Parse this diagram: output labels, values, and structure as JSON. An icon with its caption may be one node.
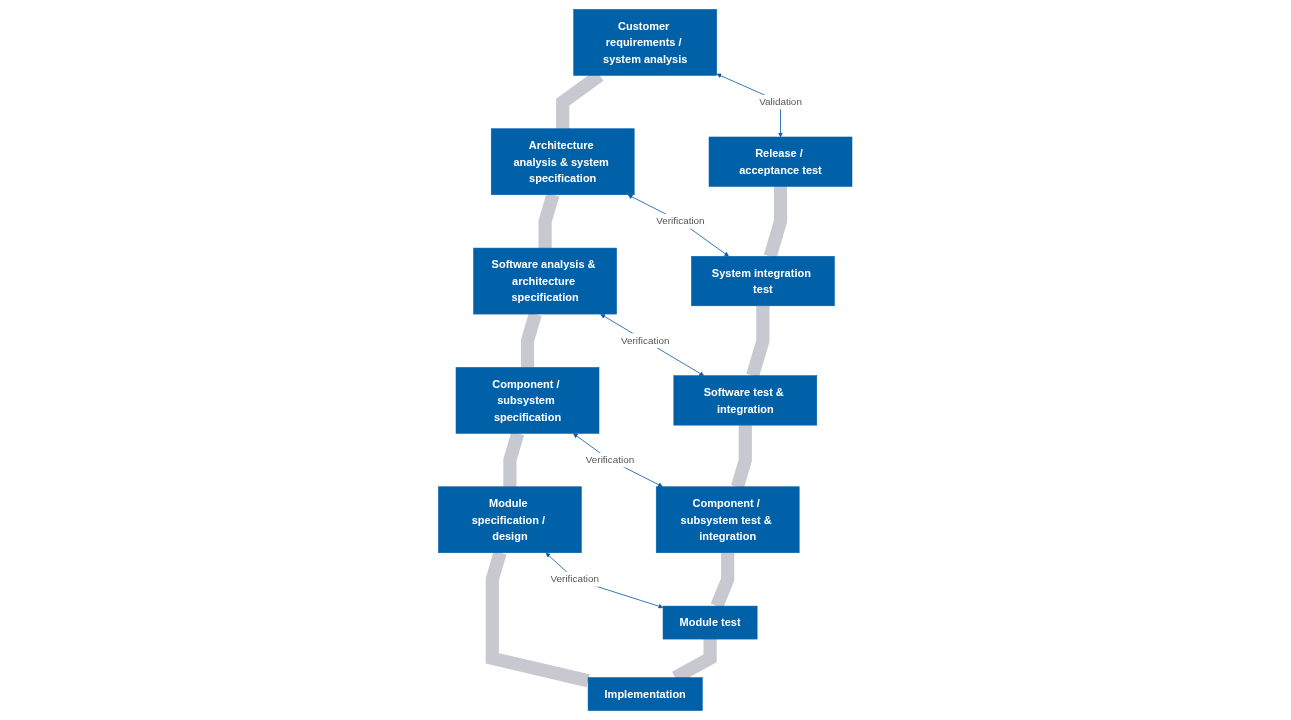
{
  "diagram": {
    "nodes": [
      {
        "text": [
          "Customer requirements / system analysis"
        ]
      },
      {
        "text": [
          "Release / acceptance test"
        ]
      },
      {
        "text": [
          "Architecture analysis & system specification"
        ]
      },
      {
        "text": [
          "System integration test"
        ]
      },
      {
        "text": [
          "Software analysis & architecture specification"
        ]
      },
      {
        "text": [
          "Software test & integration"
        ]
      },
      {
        "text": [
          "Component / subsystem specification"
        ]
      },
      {
        "text": [
          "Component / subsystem test & integration"
        ]
      },
      {
        "text": [
          "Module specification / design"
        ]
      },
      {
        "text": [
          "Module test"
        ]
      },
      {
        "text": [
          "Implementation"
        ]
      }
    ],
    "edges": [
      {
        "from": 0,
        "to": 2,
        "arrow": "none"
      },
      {
        "from": 2,
        "to": 4,
        "arrow": "none"
      },
      {
        "from": 4,
        "to": 6,
        "arrow": "none"
      },
      {
        "from": 6,
        "to": 8,
        "arrow": "none"
      },
      {
        "from": 8,
        "to": 10,
        "arrow": "none"
      },
      {
        "from": 1,
        "to": 3,
        "arrow": "none"
      },
      {
        "from": 3,
        "to": 5,
        "arrow": "none"
      },
      {
        "from": 5,
        "to": 7,
        "arrow": "none"
      },
      {
        "from": 7,
        "to": 9,
        "arrow": "none"
      },
      {
        "from": 9,
        "to": 10,
        "arrow": "none"
      },
      {
        "from": 0,
        "to": 1,
        "arrow": "both",
        "label": "Validation",
        "color": "#0b5ca8"
      },
      {
        "from": 2,
        "to": 3,
        "arrow": "both",
        "label": "Verification",
        "color": "#0b5ca8"
      },
      {
        "from": 4,
        "to": 5,
        "arrow": "both",
        "label": "Verification",
        "color": "#0b5ca8"
      },
      {
        "from": 6,
        "to": 7,
        "arrow": "both",
        "label": "Verification",
        "color": "#0b5ca8"
      },
      {
        "from": 8,
        "to": 9,
        "arrow": "both",
        "label": "Verification",
        "color": "#0b5ca8"
      }
    ]
  }
}
